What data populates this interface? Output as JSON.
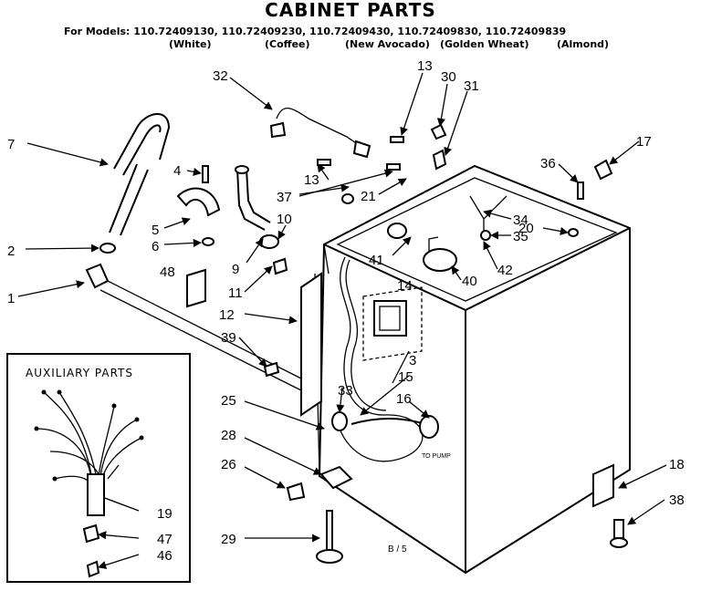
{
  "header": {
    "title": "CABINET PARTS",
    "models_line": "For Models: 110.72409130, 110.72409230, 110.72409430, 110.72409830, 110.72409839",
    "colors": [
      "(White)",
      "(Coffee)",
      "(New Avocado)",
      "(Golden Wheat)",
      "(Almond)"
    ]
  },
  "auxiliary": {
    "title": "AUXILIARY PARTS"
  },
  "callouts": {
    "c1": "1",
    "c2": "2",
    "c3": "3",
    "c4": "4",
    "c5": "5",
    "c6": "6",
    "c7": "7",
    "c9": "9",
    "c10": "10",
    "c11": "11",
    "c12": "12",
    "c13a": "13",
    "c13b": "13",
    "c14": "14",
    "c15": "15",
    "c16": "16",
    "c17": "17",
    "c18": "18",
    "c19": "19",
    "c20": "20",
    "c21": "21",
    "c25": "25",
    "c26": "26",
    "c28": "28",
    "c29": "29",
    "c30": "30",
    "c31": "31",
    "c32": "32",
    "c33": "33",
    "c34": "34",
    "c35": "35",
    "c36": "36",
    "c37": "37",
    "c38": "38",
    "c39": "39",
    "c40": "40",
    "c41": "41",
    "c42": "42",
    "c46": "46",
    "c47": "47",
    "c48": "48"
  },
  "annotations": {
    "to_pump": "TO PUMP",
    "page_ref": "B / 5"
  }
}
